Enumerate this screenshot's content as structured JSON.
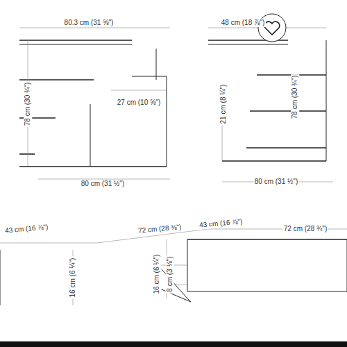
{
  "diagram": {
    "labels": [
      "80.3 cm (31 ⅝\")",
      "78 cm (30 ¾\")",
      "27 cm (10 ⅝\")",
      "80 cm (31 ½\")",
      "48 cm (18 ⅞\")",
      "78 cm (30 ¾\")",
      "21 cm (8 ¼\")",
      "80 cm (31 ½\")",
      "43 cm (16 ⅞\")",
      "72 cm (28 ⅜\")",
      "16 cm (6 ¼\")",
      "43 cm (16 ⅞\")",
      "72 cm (28 ¾\")",
      "16 cm (6 ¼\")",
      "8 cm (3 ⅛\")"
    ]
  }
}
